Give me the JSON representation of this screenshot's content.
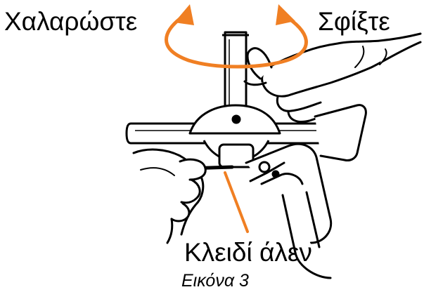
{
  "labels": {
    "loosen": "Χαλαρώστε",
    "tighten": "Σφίξτε",
    "allen_key": "Κλειδί άλεν"
  },
  "caption": "Εικόνα 3",
  "colors": {
    "arrow": "#F07F23",
    "line_art": "#000000",
    "background": "#FFFFFF"
  },
  "icons": {
    "rotation_arrow": "curved-double-arrow",
    "pointer": "leader-line"
  }
}
